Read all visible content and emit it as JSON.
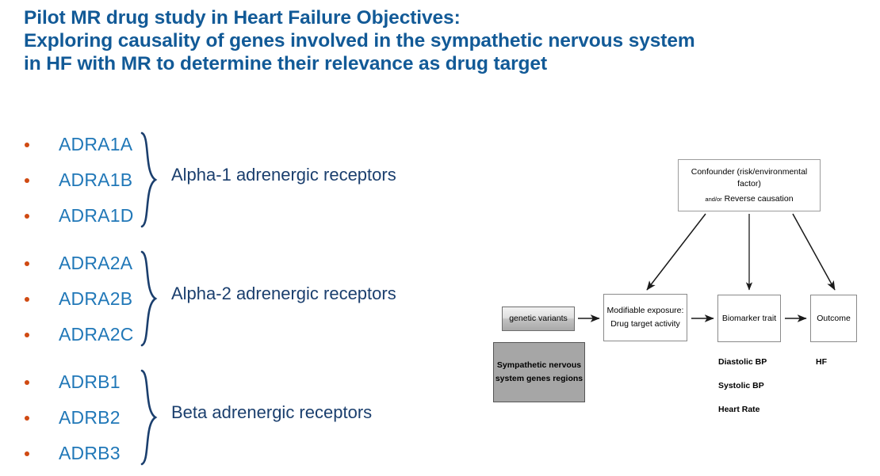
{
  "title": {
    "line1": "Pilot MR drug study in Heart Failure Objectives:",
    "line2": "Exploring causality of genes involved in the sympathetic nervous system",
    "line3": "in HF with MR to determine their relevance as drug target"
  },
  "gene_groups": [
    {
      "label": "Alpha-1 adrenergic receptors",
      "genes": [
        "ADRA1A",
        "ADRA1B",
        "ADRA1D"
      ]
    },
    {
      "label": "Alpha-2 adrenergic receptors",
      "genes": [
        "ADRA2A",
        "ADRA2B",
        "ADRA2C"
      ]
    },
    {
      "label": "Beta adrenergic receptors",
      "genes": [
        "ADRB1",
        "ADRB2",
        "ADRB3"
      ]
    }
  ],
  "diagram": {
    "confounder": {
      "line1": "Confounder (risk/environmental factor)",
      "line2_prefix": "and/or",
      "line2_rest": " Reverse causation"
    },
    "genetic_variants": "genetic  variants",
    "sympathetic": {
      "line1": "Sympathetic nervous",
      "line2": "system genes regions"
    },
    "exposure": {
      "line1": "Modifiable exposure:",
      "line2": "Drug target activity"
    },
    "biomarker": "Biomarker  trait",
    "outcome": "Outcome",
    "biomarker_examples": [
      "Diastolic BP",
      "Systolic BP",
      "Heart Rate"
    ],
    "outcome_example": "HF"
  },
  "colors": {
    "title_blue": "#125A97",
    "gene_blue": "#2178B8",
    "label_navy": "#1B3F6E",
    "bullet_orange": "#D04A12",
    "box_gray_fill": "#A6A6A6",
    "box_border_gray": "#8A8A8A",
    "arrow_black": "#1A1A1A"
  }
}
